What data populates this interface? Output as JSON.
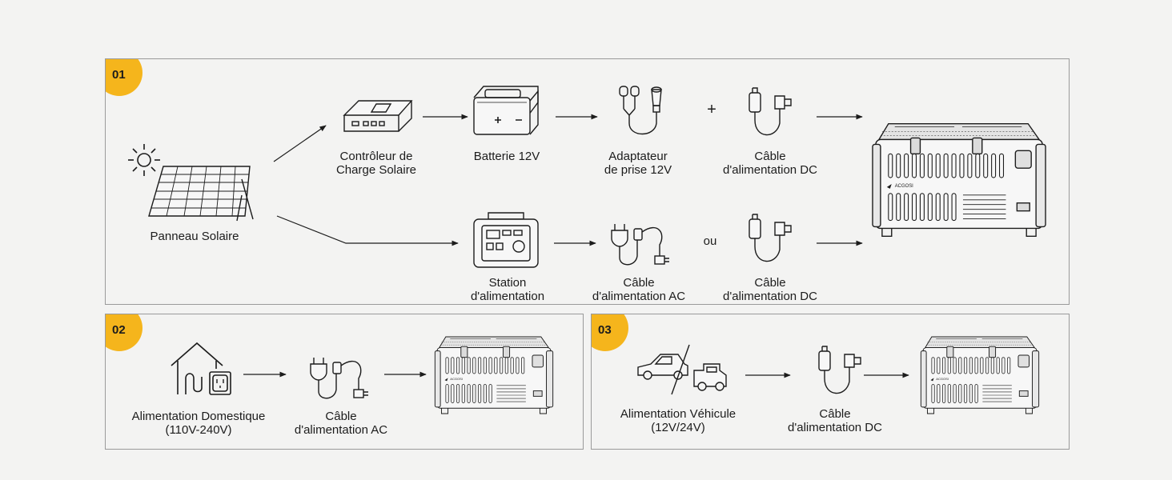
{
  "section1": {
    "badge": "01",
    "solar_panel": "Panneau Solaire",
    "controller": [
      "Contrôleur de",
      "Charge Solaire"
    ],
    "battery": "Batterie 12V",
    "adapter": [
      "Adaptateur",
      "de prise 12V"
    ],
    "plus": "+",
    "dc_cable_top": [
      "Câble",
      "d'alimentation DC"
    ],
    "station": [
      "Station",
      "d'alimentation"
    ],
    "ac_cable": [
      "Câble",
      "d'alimentation AC"
    ],
    "or": "ou",
    "dc_cable_bottom": [
      "Câble",
      "d'alimentation DC"
    ]
  },
  "section2": {
    "badge": "02",
    "home": [
      "Alimentation Domestique",
      "(110V-240V)"
    ],
    "ac_cable": [
      "Câble",
      "d'alimentation AC"
    ]
  },
  "section3": {
    "badge": "03",
    "vehicle": [
      "Alimentation Véhicule",
      "(12V/24V)"
    ],
    "dc_cable": [
      "Câble",
      "d'alimentation DC"
    ]
  },
  "brand": "ACGOSI",
  "colors": {
    "badge": "#f5b51c",
    "line": "#1c1c1c",
    "border": "#9a9a9a",
    "background": "#f3f3f2"
  }
}
